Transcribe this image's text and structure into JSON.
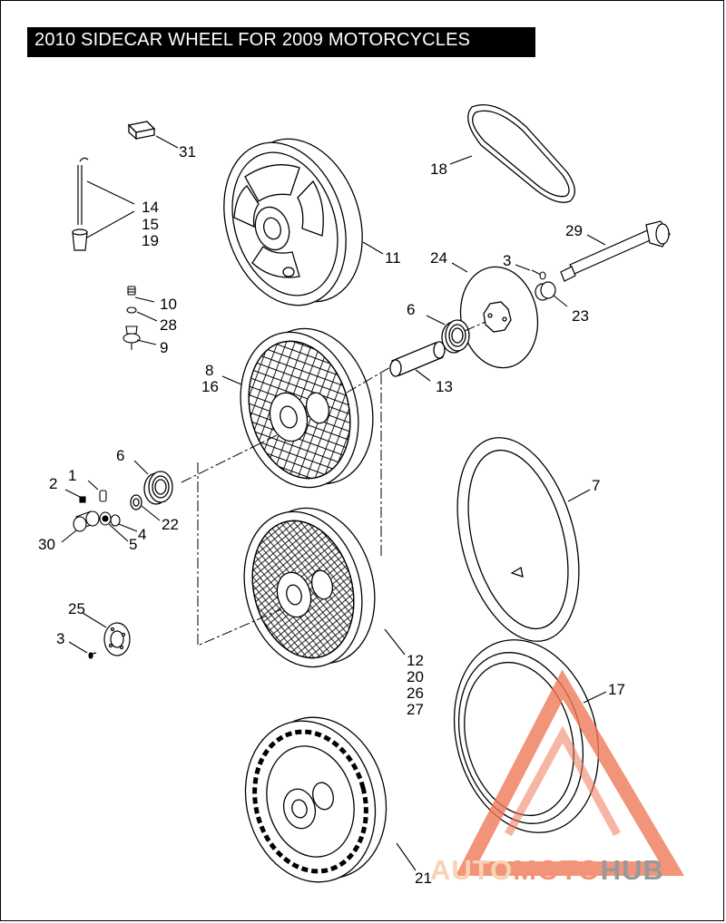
{
  "title": "2010 SIDECAR WHEEL FOR 2009 MOTORCYCLES",
  "callouts": {
    "c31": "31",
    "c14": "14",
    "c15": "15",
    "c19": "19",
    "c11": "11",
    "c18": "18",
    "c29": "29",
    "c24": "24",
    "c3a": "3",
    "c23": "23",
    "c6a": "6",
    "c10": "10",
    "c28": "28",
    "c9": "9",
    "c8": "8",
    "c16": "16",
    "c13": "13",
    "c6b": "6",
    "c1": "1",
    "c2": "2",
    "c22": "22",
    "c4": "4",
    "c5": "5",
    "c30": "30",
    "c7": "7",
    "c25": "25",
    "c3b": "3",
    "c12": "12",
    "c20": "20",
    "c26": "26",
    "c27": "27",
    "c17": "17",
    "c21": "21"
  },
  "watermark": {
    "part1": "AUTO",
    "part2": "MOTO",
    "part3": "HUB",
    "colors": {
      "accent": "#f07a5a",
      "light": "#f4c9a0",
      "dark": "#808080"
    }
  }
}
